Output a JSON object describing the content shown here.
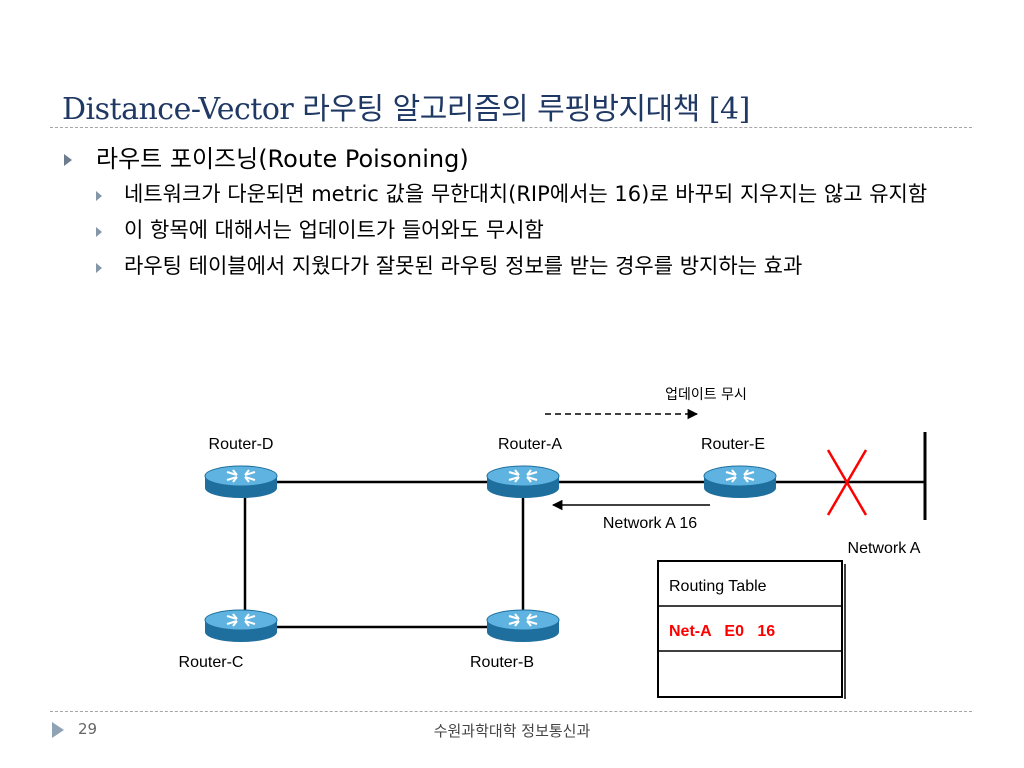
{
  "slide": {
    "title": "Distance-Vector 라우팅 알고리즘의 루핑방지대책 [4]",
    "bullet1": "라우트 포이즈닝(Route Poisoning)",
    "sub_bullets": [
      "네트워크가 다운되면 metric 값을 무한대치(RIP에서는 16)로 바꾸되 지우지는 않고 유지함",
      "이 항목에 대해서는 업데이트가 들어와도 무시함",
      "라우팅 테이블에서 지웠다가 잘못된 라우팅 정보를 받는 경우를 방지하는 효과"
    ]
  },
  "diagram": {
    "routers": [
      "Router-D",
      "Router-A",
      "Router-E",
      "Router-C",
      "Router-B"
    ],
    "ignore_update_label": "업데이트 무시",
    "network_a16_label": "Network A 16",
    "network_a_label": "Network A",
    "routing_table": {
      "header": "Routing Table",
      "entry": "Net-A   E0   16",
      "entry_color": "#ff0000"
    },
    "colors": {
      "router_body": "#2e8fc4",
      "router_top": "#5fb3e0",
      "failure_x": "#ff0000"
    }
  },
  "footer": {
    "page": "29",
    "org": "수원과학대학 정보통신과"
  }
}
